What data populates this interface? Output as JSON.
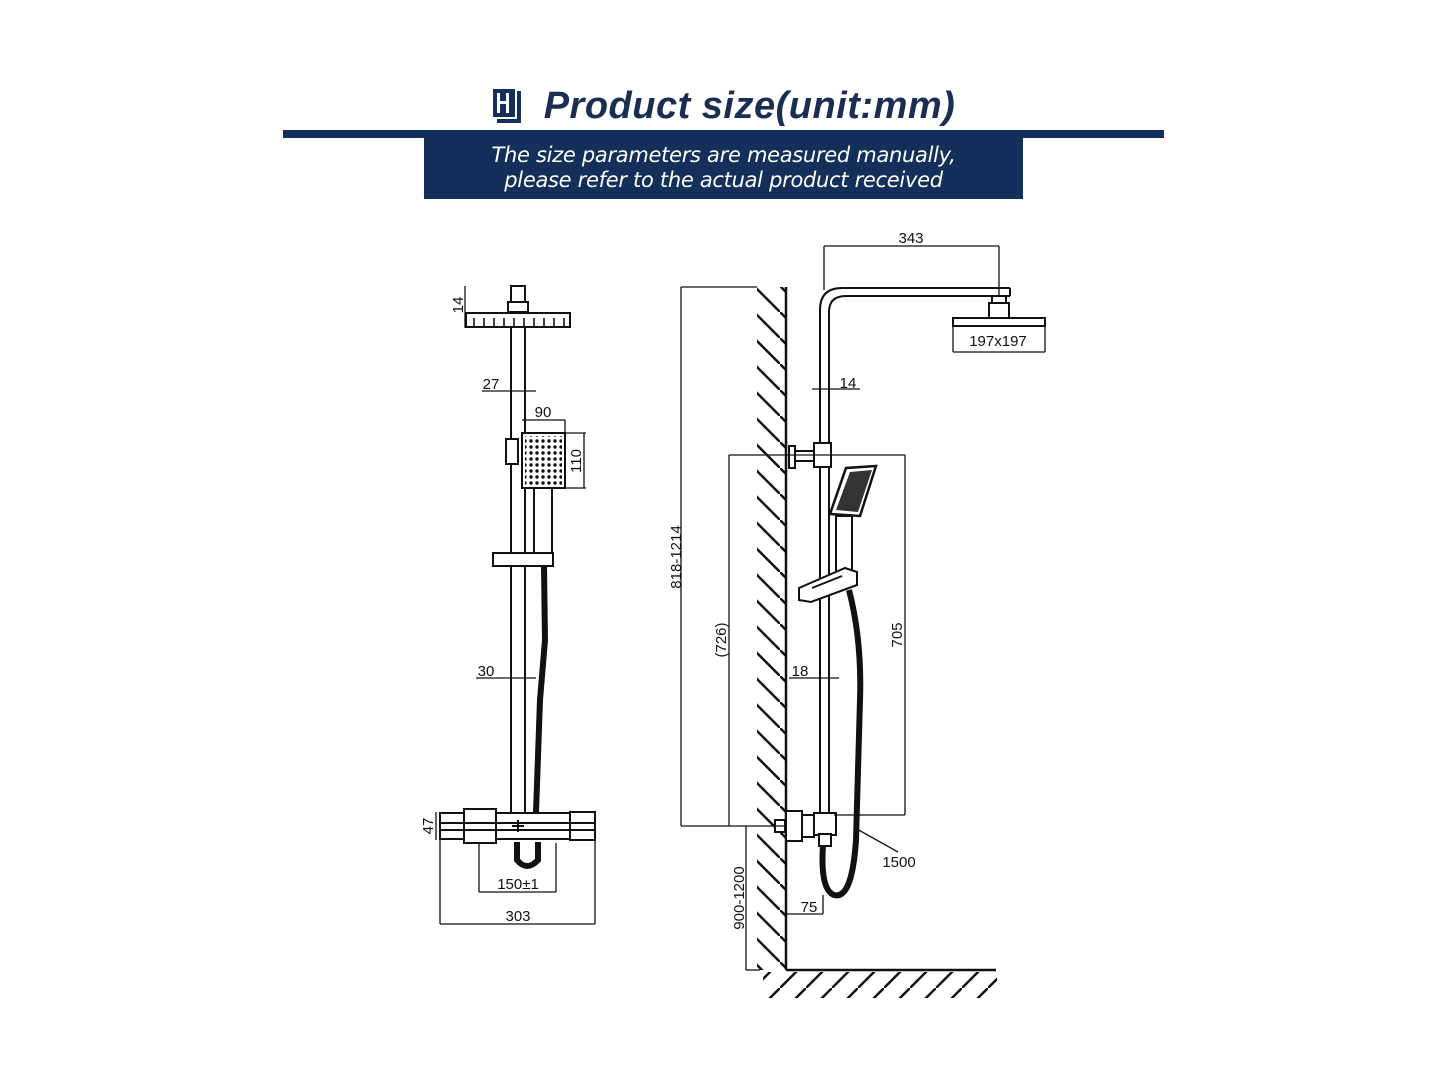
{
  "header": {
    "logo_icon": "hj-logo-icon",
    "title": "Product size(unit:mm)",
    "note_line1": "The size parameters are measured manually,",
    "note_line2": "please refer to the actual product received"
  },
  "colors": {
    "navy": "#14305a",
    "title_text": "#1a2d52",
    "line": "#111111"
  },
  "front_view": {
    "dims": {
      "head_thickness": "14",
      "upper_pipe": "27",
      "hand_width": "90",
      "hand_height": "110",
      "lower_pipe": "30",
      "valve_height": "47",
      "inlet_spacing": "150±1",
      "valve_width": "303"
    }
  },
  "side_view": {
    "dims": {
      "arm_reach": "343",
      "head_size": "197x197",
      "upper_pipe": "14",
      "total_height": "818-1214",
      "slide_rail": "(726)",
      "holder_range": "705",
      "lower_pipe": "18",
      "hose_length": "1500",
      "wall_offset": "75",
      "install_height": "900-1200"
    }
  }
}
